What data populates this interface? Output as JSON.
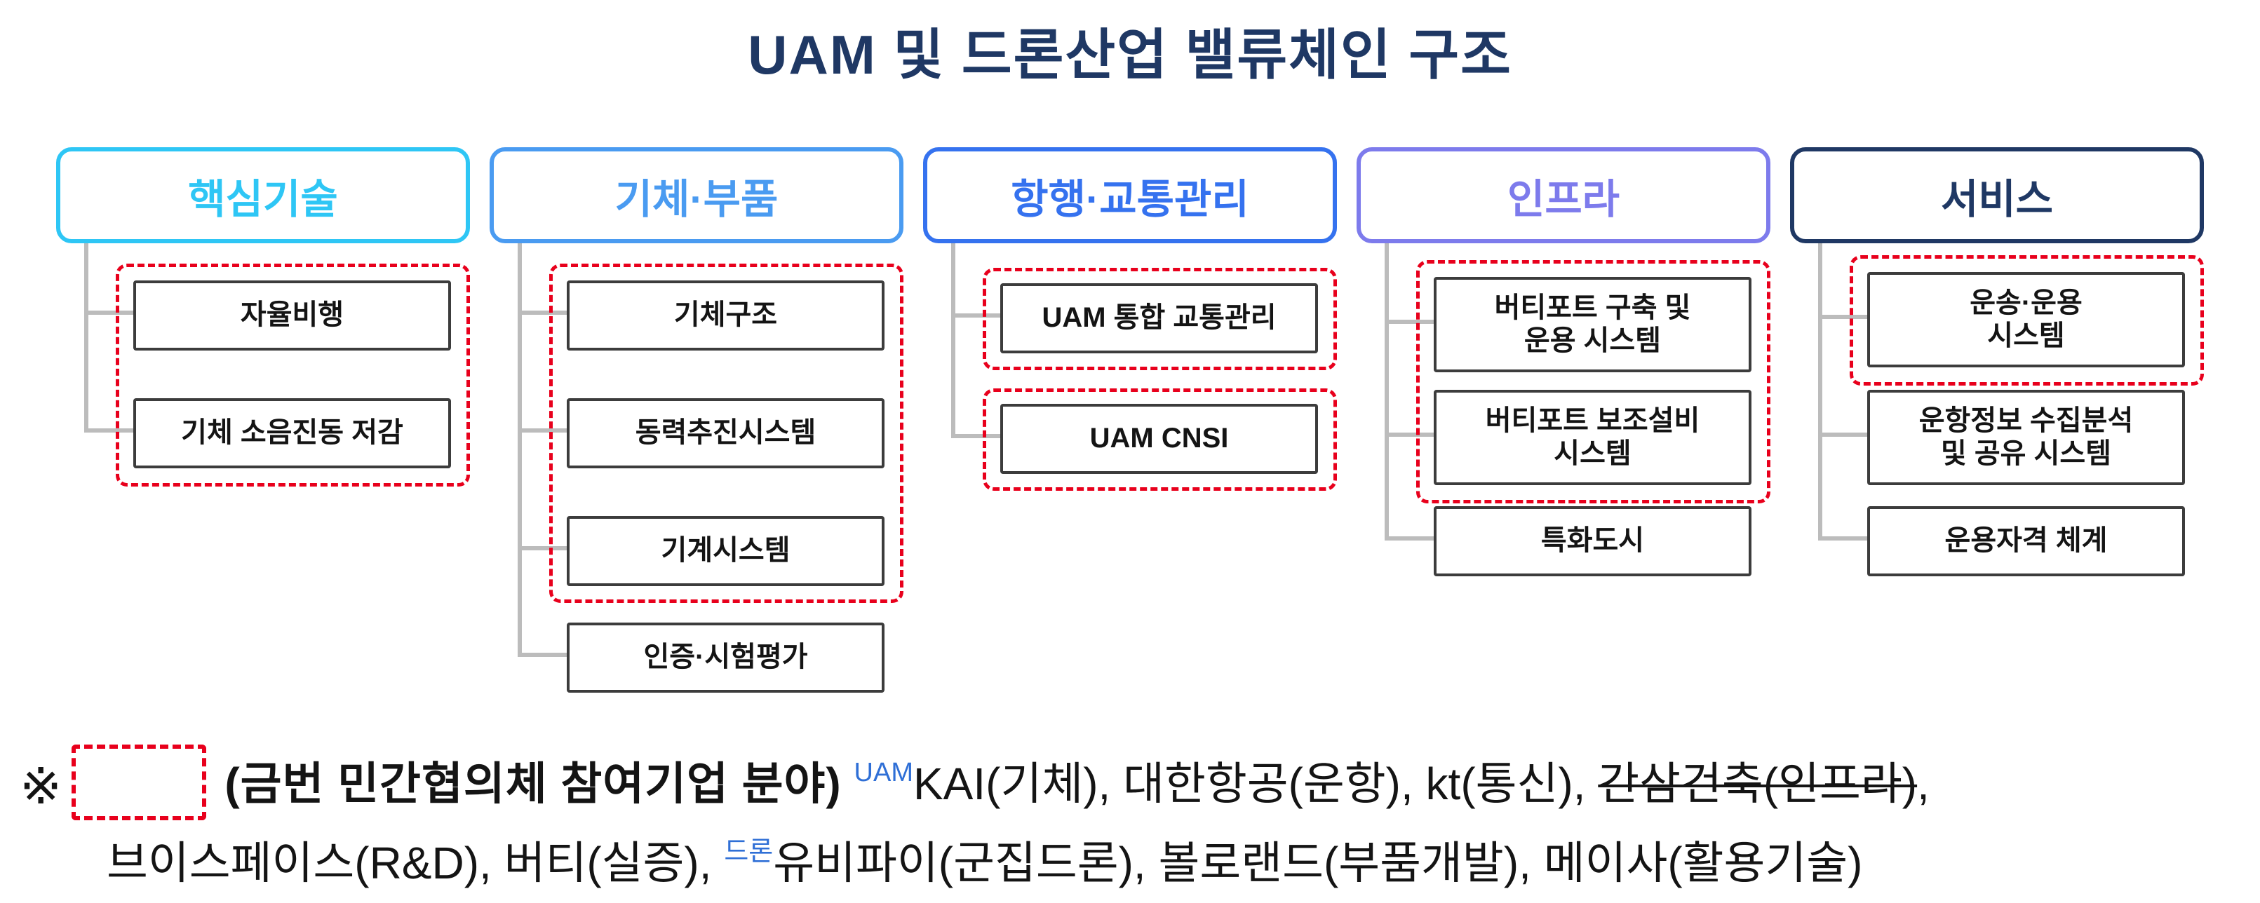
{
  "title": "UAM 및 드론산업 밸류체인 구조",
  "colors": {
    "title_navy": "#1f3864",
    "core_tech_accent": "#2ec6f5",
    "airframe_accent": "#4a9bf1",
    "navigation_accent": "#3572ef",
    "infrastructure_accent": "#7d7bec",
    "service_accent": "#1f3864",
    "highlight_red": "#e8001c",
    "connector_gray": "#bcbcbc",
    "sup_blue": "#2f6fd6"
  },
  "columns": [
    {
      "label": "핵심기술",
      "accent": "#2ec6f5",
      "items": [
        {
          "label": "자율비행",
          "highlighted": true
        },
        {
          "label": "기체 소음진동 저감",
          "highlighted": true
        }
      ]
    },
    {
      "label": "기체·부품",
      "accent": "#4a9bf1",
      "items": [
        {
          "label": "기체구조",
          "highlighted": true
        },
        {
          "label": "동력추진시스템",
          "highlighted": true
        },
        {
          "label": "기계시스템",
          "highlighted": true
        },
        {
          "label": "인증·시험평가",
          "highlighted": false
        }
      ]
    },
    {
      "label": "항행·교통관리",
      "accent": "#3572ef",
      "items": [
        {
          "label": "UAM 통합 교통관리",
          "highlighted": true
        },
        {
          "label": "UAM CNSI",
          "highlighted": true
        }
      ]
    },
    {
      "label": "인프라",
      "accent": "#7d7bec",
      "items": [
        {
          "label": "버티포트 구축 및\n운용 시스템",
          "highlighted": true
        },
        {
          "label": "버티포트 보조설비\n시스템",
          "highlighted": true
        },
        {
          "label": "특화도시",
          "highlighted": false
        }
      ]
    },
    {
      "label": "서비스",
      "accent": "#1f3864",
      "items": [
        {
          "label": "운송·운용\n시스템",
          "highlighted": true
        },
        {
          "label": "운항정보 수집분석\n및 공유 시스템",
          "highlighted": false
        },
        {
          "label": "운용자격 체계",
          "highlighted": false
        }
      ]
    }
  ],
  "note": {
    "marker": "※",
    "heading": "(금번 민간협의체 참여기업 분야)",
    "uam_sup": "UAM",
    "line1_companies": "KAI(기체), 대한항공(운항), kt(통신),",
    "struck": "간삼건축(인프라)",
    "line1_tail": ",",
    "line2_pre": "브이스페이스(R&D), 버티(실증),",
    "drone_sup": "드론",
    "line2_companies": "유비파이(군집드론), 볼로랜드(부품개발), 메이사(활용기술)"
  }
}
